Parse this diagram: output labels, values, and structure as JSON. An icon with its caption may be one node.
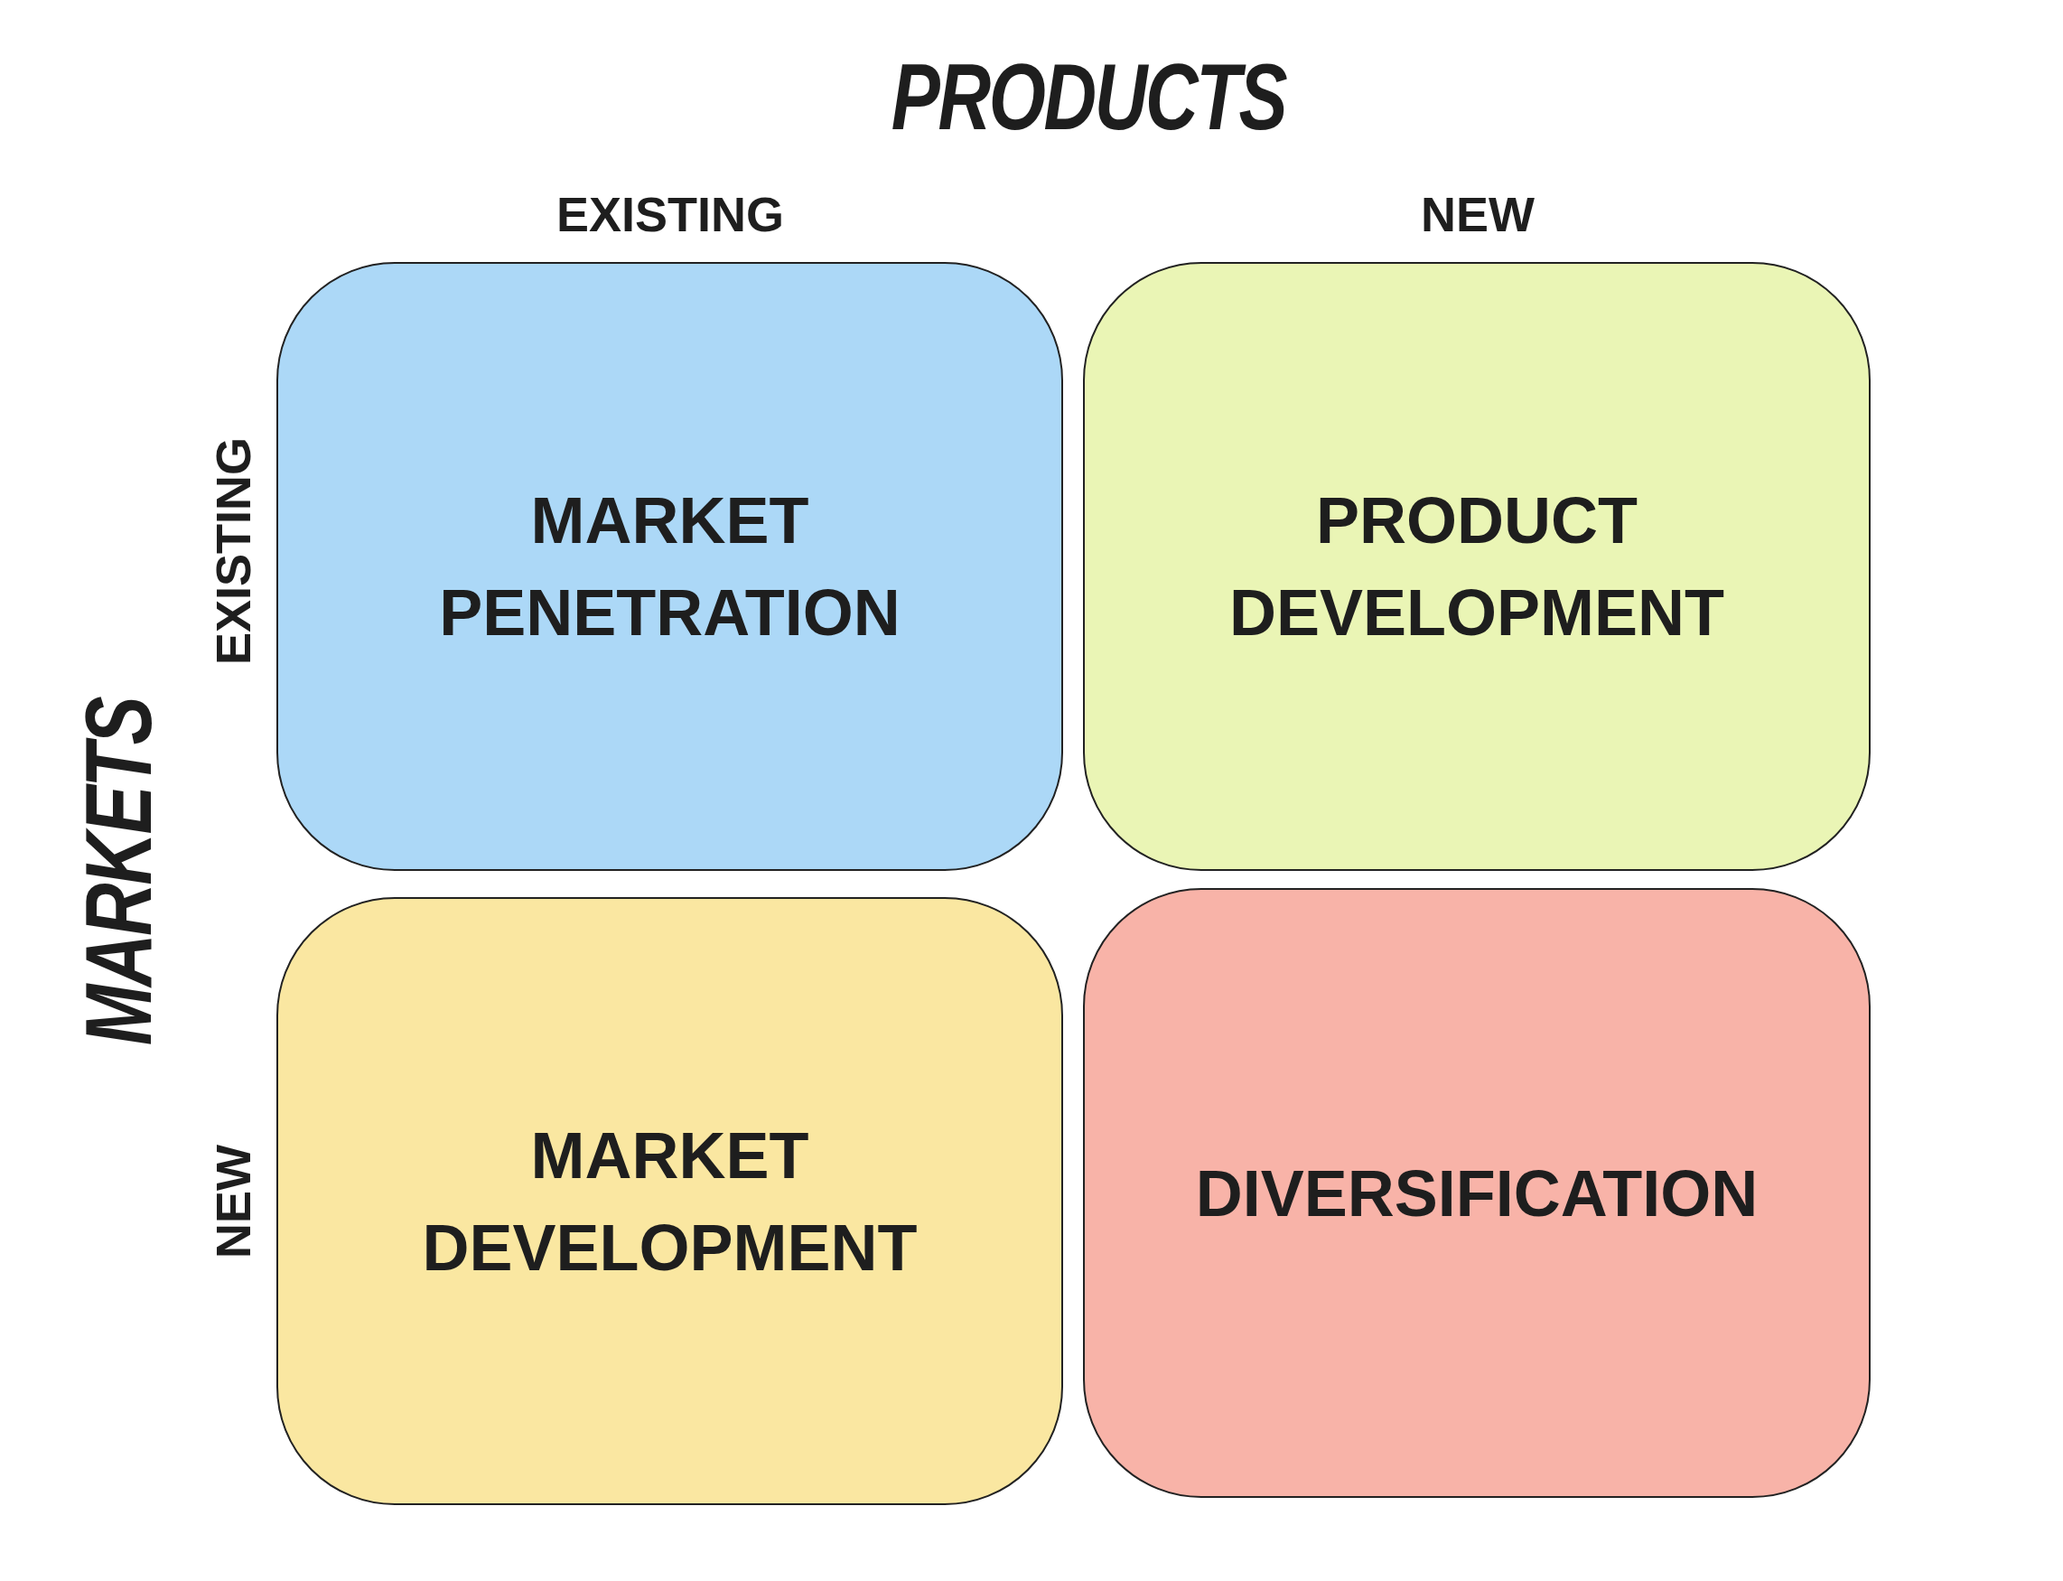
{
  "diagram": {
    "nodes": [
      {
        "text": [
          "MARKET PENETRATION"
        ]
      },
      {
        "text": [
          "PRODUCT DEVELOPMENT"
        ]
      },
      {
        "text": [
          "MARKET DEVELOPMENT"
        ]
      },
      {
        "text": [
          "DIVERSIFICATION"
        ]
      }
    ],
    "labels": [
      "PRODUCTS",
      "EXISTING",
      "NEW",
      "EXISTING",
      "MARKETS",
      "NEW"
    ]
  }
}
